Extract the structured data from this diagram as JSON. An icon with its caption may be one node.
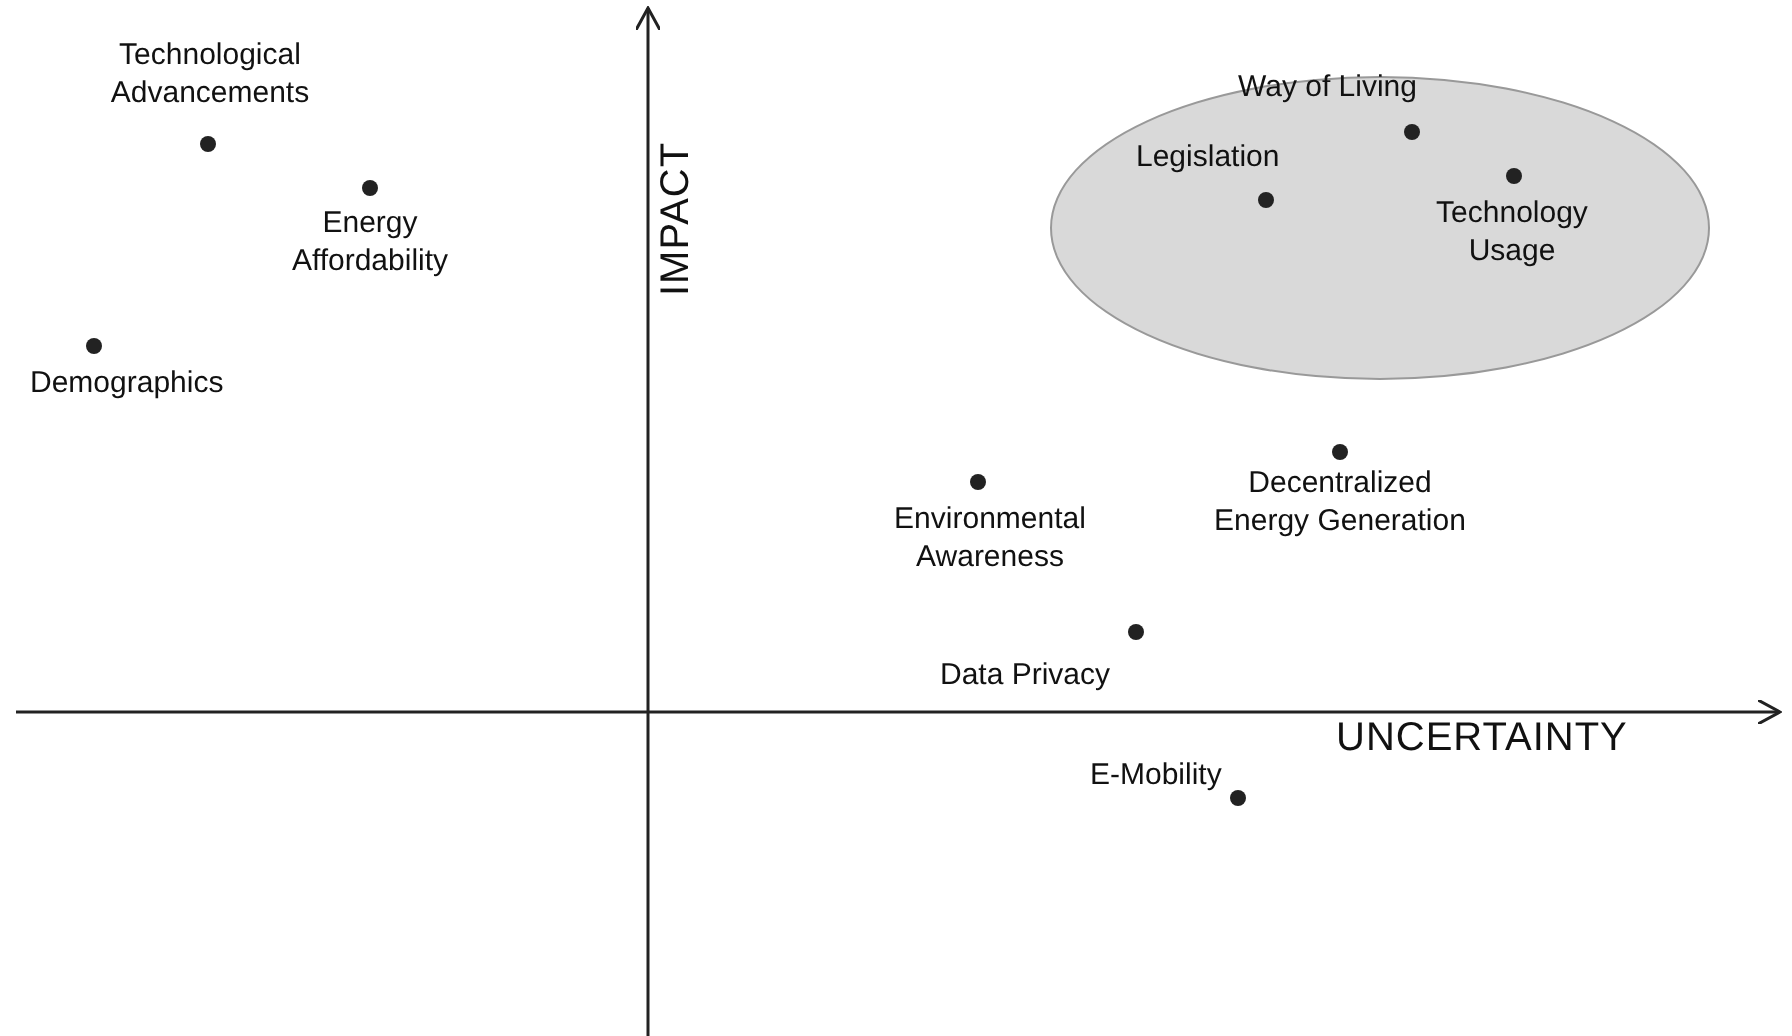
{
  "diagram": {
    "nodes": [
      {
        "text": [
          "Way of Living",
          "Legislation",
          "Technology Usage"
        ]
      }
    ],
    "edges": [],
    "labels": [
      "Technological Advancements",
      "Energy Affordability",
      "Demographics",
      "IMPACT",
      "Environmental Awareness",
      "Decentralized Energy Generation",
      "Data Privacy",
      "UNCERTAINTY",
      "E-Mobility"
    ]
  }
}
